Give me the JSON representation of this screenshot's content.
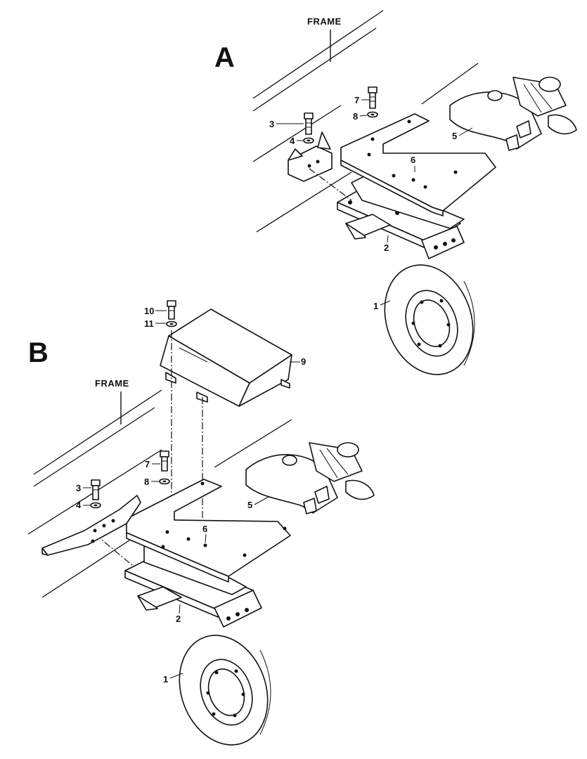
{
  "views": [
    {
      "letter": "A",
      "frame_label": "FRAME",
      "callouts": [
        "1",
        "2",
        "3",
        "4",
        "5",
        "6",
        "7",
        "8"
      ]
    },
    {
      "letter": "B",
      "frame_label": "FRAME",
      "callouts": [
        "1",
        "2",
        "3",
        "4",
        "5",
        "6",
        "7",
        "8",
        "9",
        "10",
        "11"
      ]
    }
  ]
}
